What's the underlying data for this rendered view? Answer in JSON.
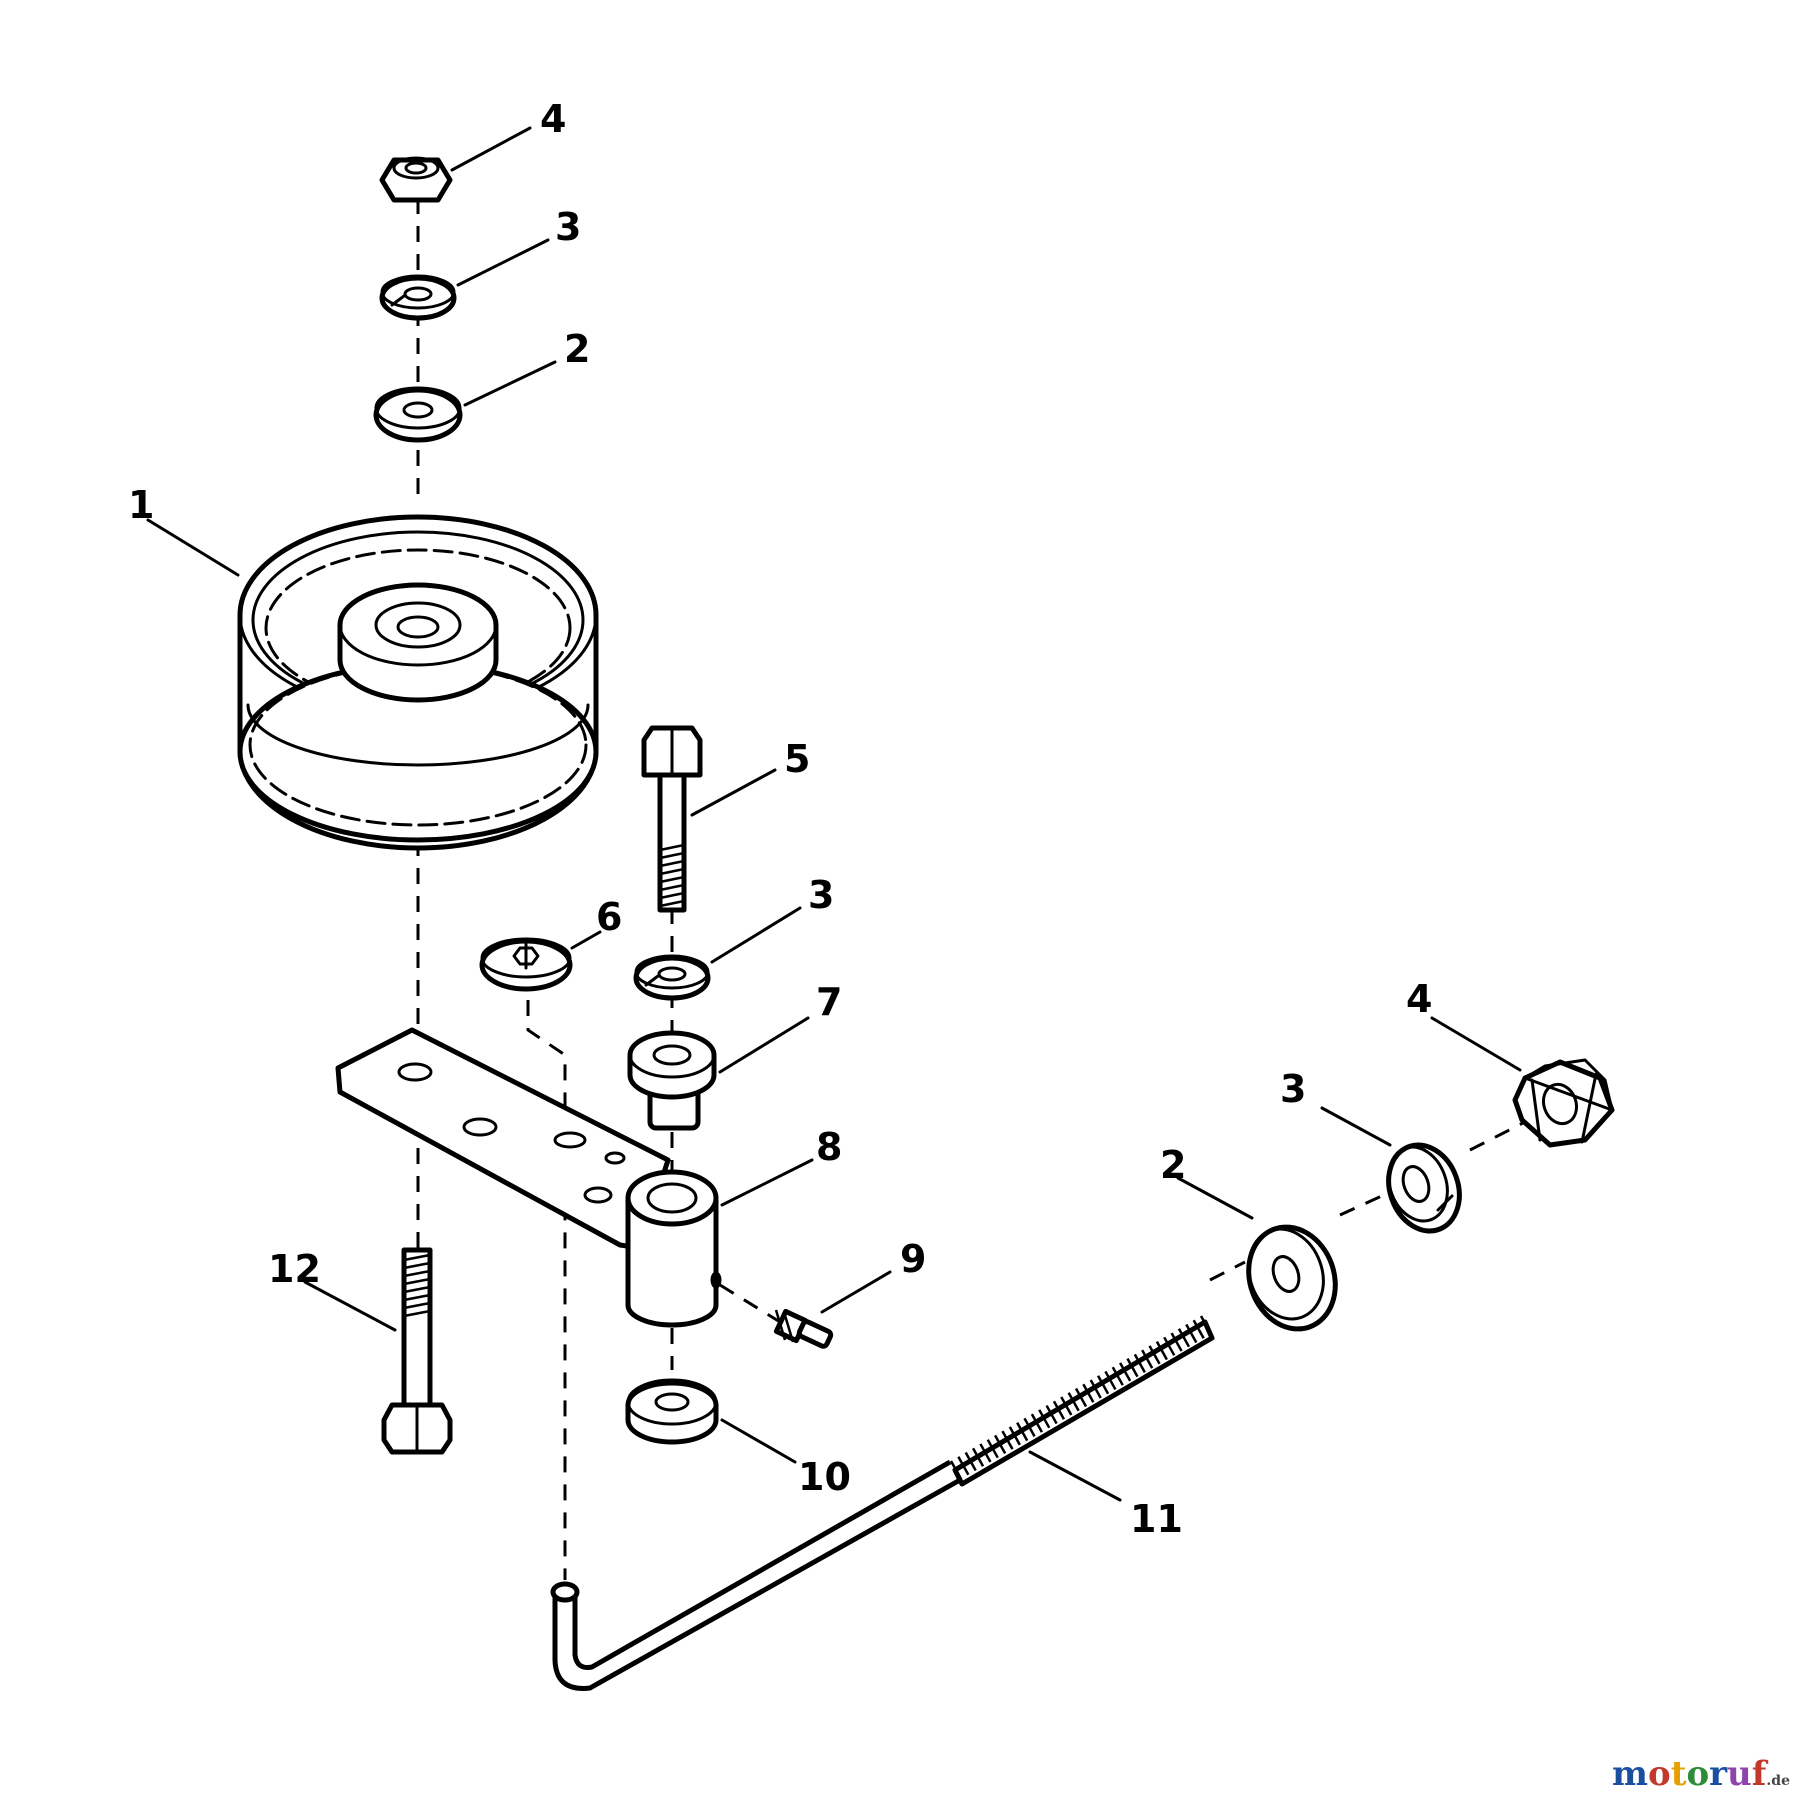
{
  "callouts": {
    "c4_top": "4",
    "c3_top": "3",
    "c2_top": "2",
    "c1": "1",
    "c5": "5",
    "c3_mid": "3",
    "c6": "6",
    "c7": "7",
    "c8": "8",
    "c9": "9",
    "c10": "10",
    "c11": "11",
    "c12": "12",
    "c2_right": "2",
    "c3_right": "3",
    "c4_right": "4"
  },
  "watermark": {
    "text": "motoruf",
    "tld": ".de",
    "colors": [
      "#1a4fa0",
      "#c0392b",
      "#e6a100",
      "#2e8b3a",
      "#1a4fa0",
      "#8e44ad",
      "#c0392b"
    ]
  }
}
